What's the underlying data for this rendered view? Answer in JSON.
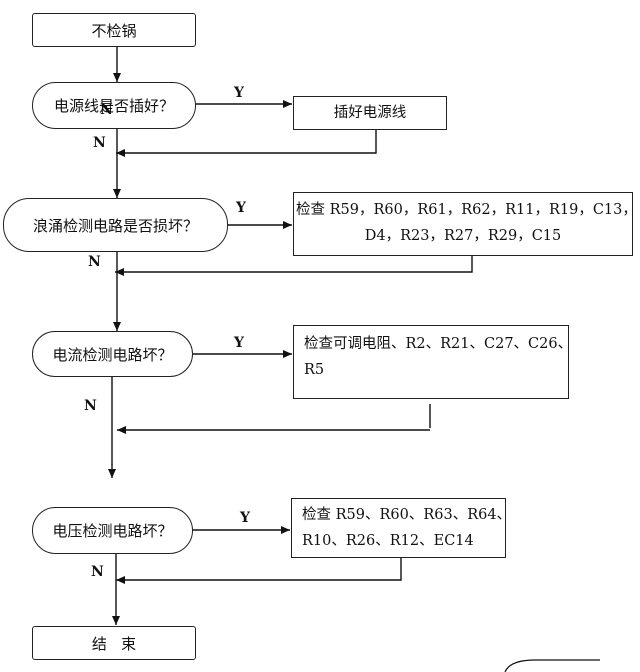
{
  "start": "不检锅",
  "decisions": [
    {
      "question": "电源线是否插好？",
      "yes": "Y",
      "no": "N",
      "action": [
        "插好电源线"
      ]
    },
    {
      "question": "浪涌检测电路是否损坏？",
      "yes": "Y",
      "no": "N",
      "action": [
        "检查 R59，R60，R61，R62，R11，R19，C13，",
        "D4，R23，R27，R29，C15"
      ]
    },
    {
      "question": "电流检测电路坏？",
      "yes": "Y",
      "no": "N",
      "action": [
        "检查可调电阻、R2、R21、C27、C26、",
        "R5"
      ]
    },
    {
      "question": "电压检测电路坏？",
      "yes": "Y",
      "no": "N",
      "action": [
        "检查 R59、R60、R63、R64、",
        "R10、R26、R12、EC14"
      ]
    }
  ],
  "end": "结   束"
}
